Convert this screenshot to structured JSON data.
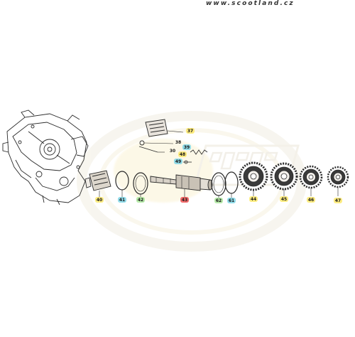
{
  "header": {
    "url": "www.scootland.cz"
  },
  "colors": {
    "yellow": "#fde96a",
    "blue": "#7ed6e6",
    "green": "#a9e69a",
    "red": "#ef5050",
    "ink": "#333333"
  },
  "callouts": [
    {
      "id": "37",
      "color": "yellow"
    },
    {
      "id": "38",
      "color": "none"
    },
    {
      "id": "39",
      "color": "blue"
    },
    {
      "id": "30",
      "color": "none"
    },
    {
      "id": "48",
      "color": "yellow"
    },
    {
      "id": "49",
      "color": "blue"
    },
    {
      "id": "40",
      "color": "yellow"
    },
    {
      "id": "41",
      "color": "blue"
    },
    {
      "id": "42",
      "color": "green"
    },
    {
      "id": "43",
      "color": "red"
    },
    {
      "id": "62",
      "color": "green"
    },
    {
      "id": "61",
      "color": "blue"
    },
    {
      "id": "44",
      "color": "yellow"
    },
    {
      "id": "45",
      "color": "yellow"
    },
    {
      "id": "46",
      "color": "yellow"
    },
    {
      "id": "47",
      "color": "yellow"
    }
  ]
}
